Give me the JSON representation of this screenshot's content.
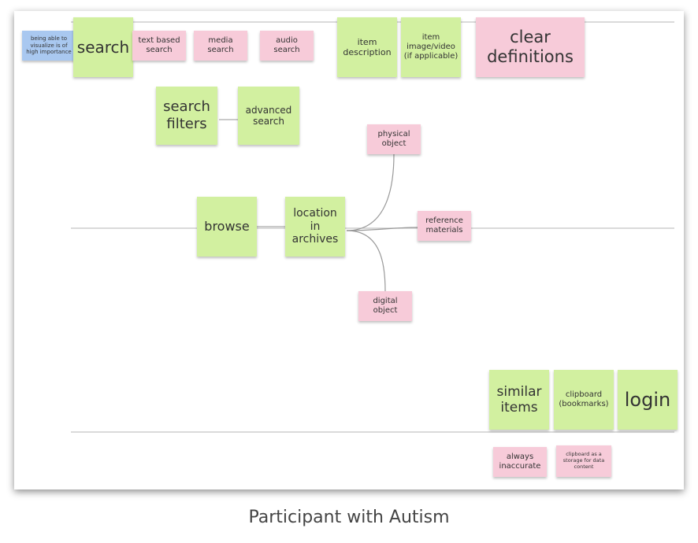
{
  "notes": {
    "high_importance": "being able to visualize is of high importance",
    "search": "search",
    "text_based_search": "text based search",
    "media_search": "media search",
    "audio_search": "audio search",
    "item_description": "item description",
    "item_image_video": "item image/video (if applicable)",
    "clear_definitions": "clear definitions",
    "search_filters": "search filters",
    "advanced_search": "advanced search",
    "physical_object": "physical object",
    "browse": "browse",
    "location_in_archives": "location in archives",
    "reference_materials": "reference materials",
    "digital_object": "digital object",
    "similar_items": "similar items",
    "clipboard_bookmarks": "clipboard (bookmarks)",
    "login": "login",
    "always_inaccurate": "always inaccurate",
    "clipboard_storage": "clipboard as a storage for data content"
  },
  "caption": "Participant with Autism",
  "colors": {
    "green_note": "#d2f0a0",
    "pink_note": "#f7cbd9",
    "blue_note": "#a9c8f0",
    "line": "#bfbfbf"
  }
}
